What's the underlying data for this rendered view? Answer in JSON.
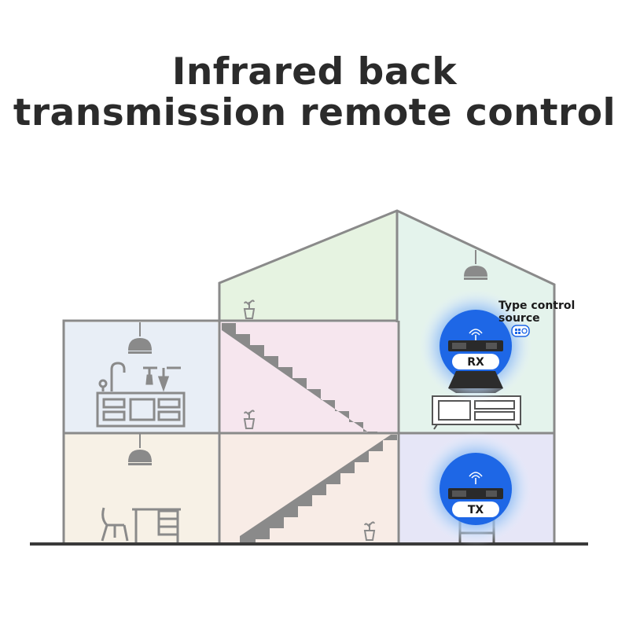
{
  "title": {
    "line1": "Infrared back",
    "line2": "transmission remote control"
  },
  "callout": {
    "line1": "Type control",
    "line2": "source"
  },
  "devices": {
    "rx_label": "RX",
    "tx_label": "TX"
  },
  "colors": {
    "wall": "#8a8a8a",
    "ground": "#3a3a3a",
    "attic_left": "#e6f3e1",
    "attic_right": "#e4f3ec",
    "room_kitchen": "#e8eef6",
    "room_stairs_upper": "#f6e6ee",
    "room_rx": "#e4f3ec",
    "room_dining": "#f7f1e6",
    "room_stairs_lower": "#f8ece6",
    "room_tx": "#e6e6f7",
    "device_blue": "#1e67e6",
    "halo": "#9cc4f5",
    "icon_gray": "#8a8a8a"
  },
  "icons": [
    "pendant-lamp-icon",
    "plant-icon",
    "faucet-icon",
    "kitchen-cabinet-icon",
    "chair-icon",
    "desk-icon",
    "tv-cabinet-icon",
    "staircase-icon",
    "wifi-icon",
    "ir-remote-icon"
  ]
}
